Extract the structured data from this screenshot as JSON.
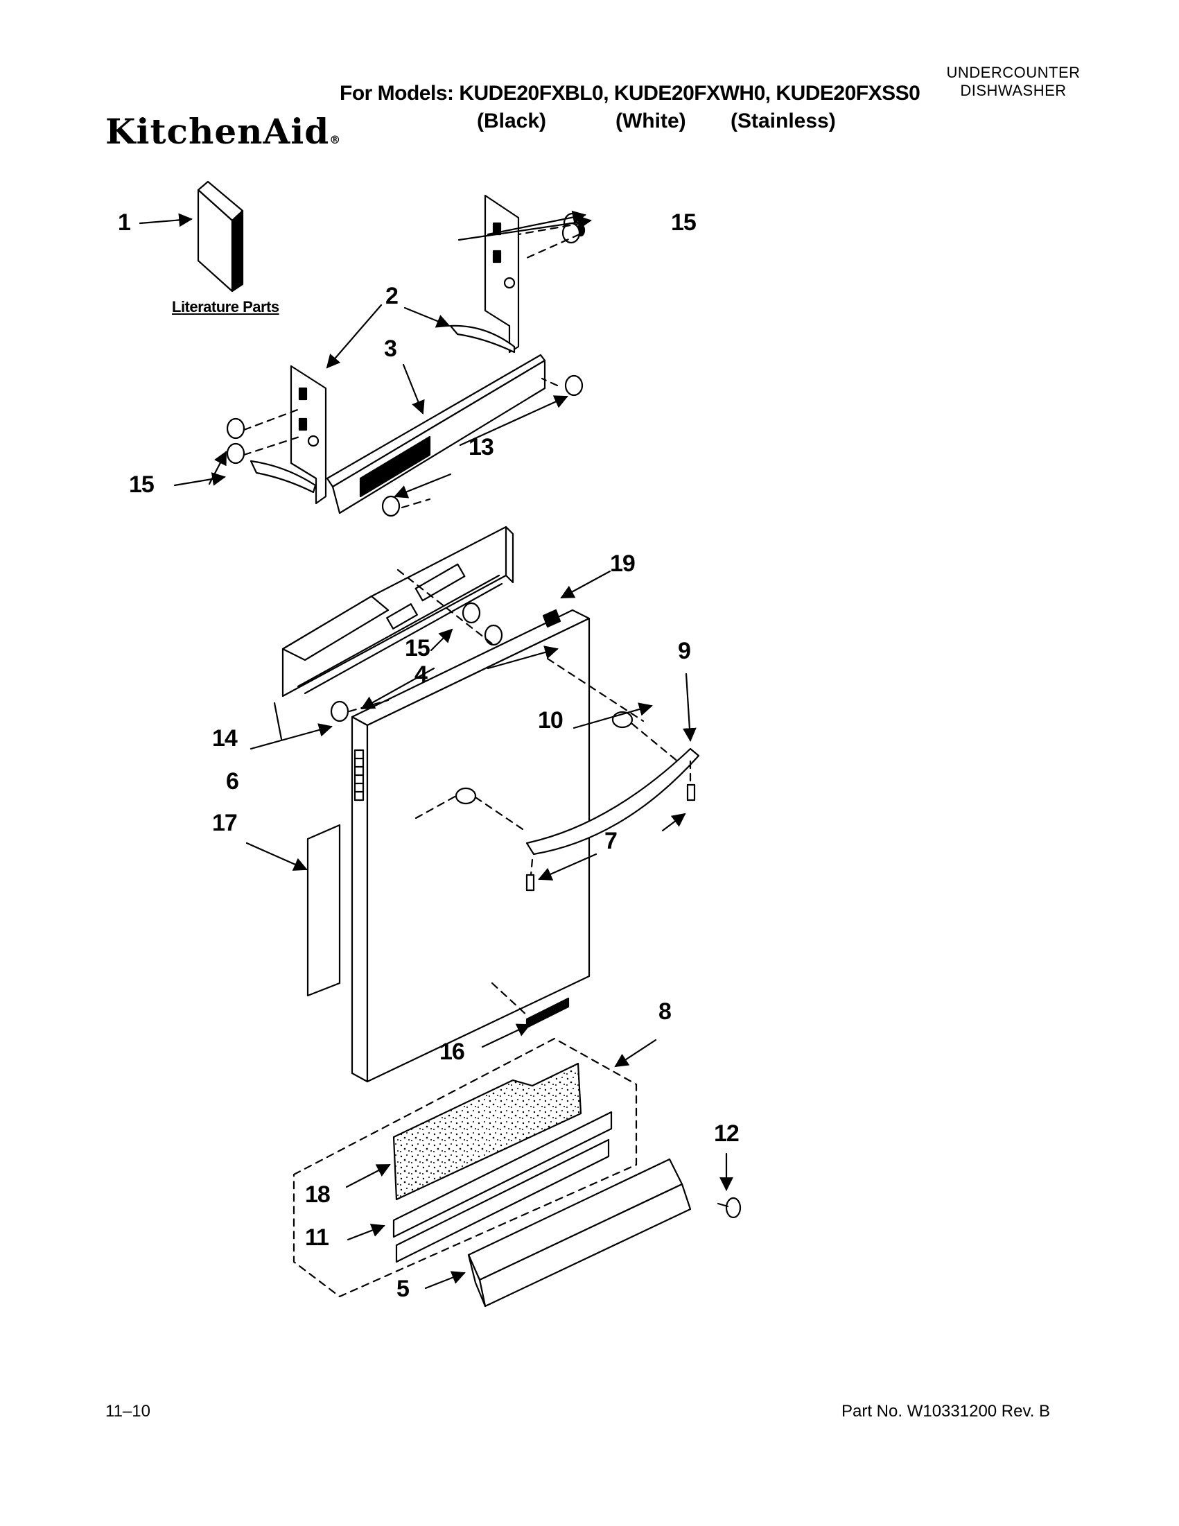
{
  "header": {
    "models_line": "For Models: KUDE20FXBL0, KUDE20FXWH0, KUDE20FXSS0",
    "variants": [
      "(Black)",
      "(White)",
      "(Stainless)"
    ],
    "brand": "KitchenAid",
    "brand_mark": "®",
    "category_line1": "UNDERCOUNTER",
    "category_line2": "DISHWASHER"
  },
  "diagram": {
    "literature_label": "Literature Parts",
    "callouts": {
      "c1": "1",
      "c2": "2",
      "c3": "3",
      "c4": "4",
      "c5": "5",
      "c6": "6",
      "c7": "7",
      "c8": "8",
      "c9": "9",
      "c10": "10",
      "c11": "11",
      "c12": "12",
      "c13": "13",
      "c14": "14",
      "c15a": "15",
      "c15b": "15",
      "c15c": "15",
      "c16": "16",
      "c17": "17",
      "c18": "18",
      "c19": "19"
    }
  },
  "footer": {
    "date": "11–10",
    "part_number": "Part No. W10331200 Rev. B"
  }
}
